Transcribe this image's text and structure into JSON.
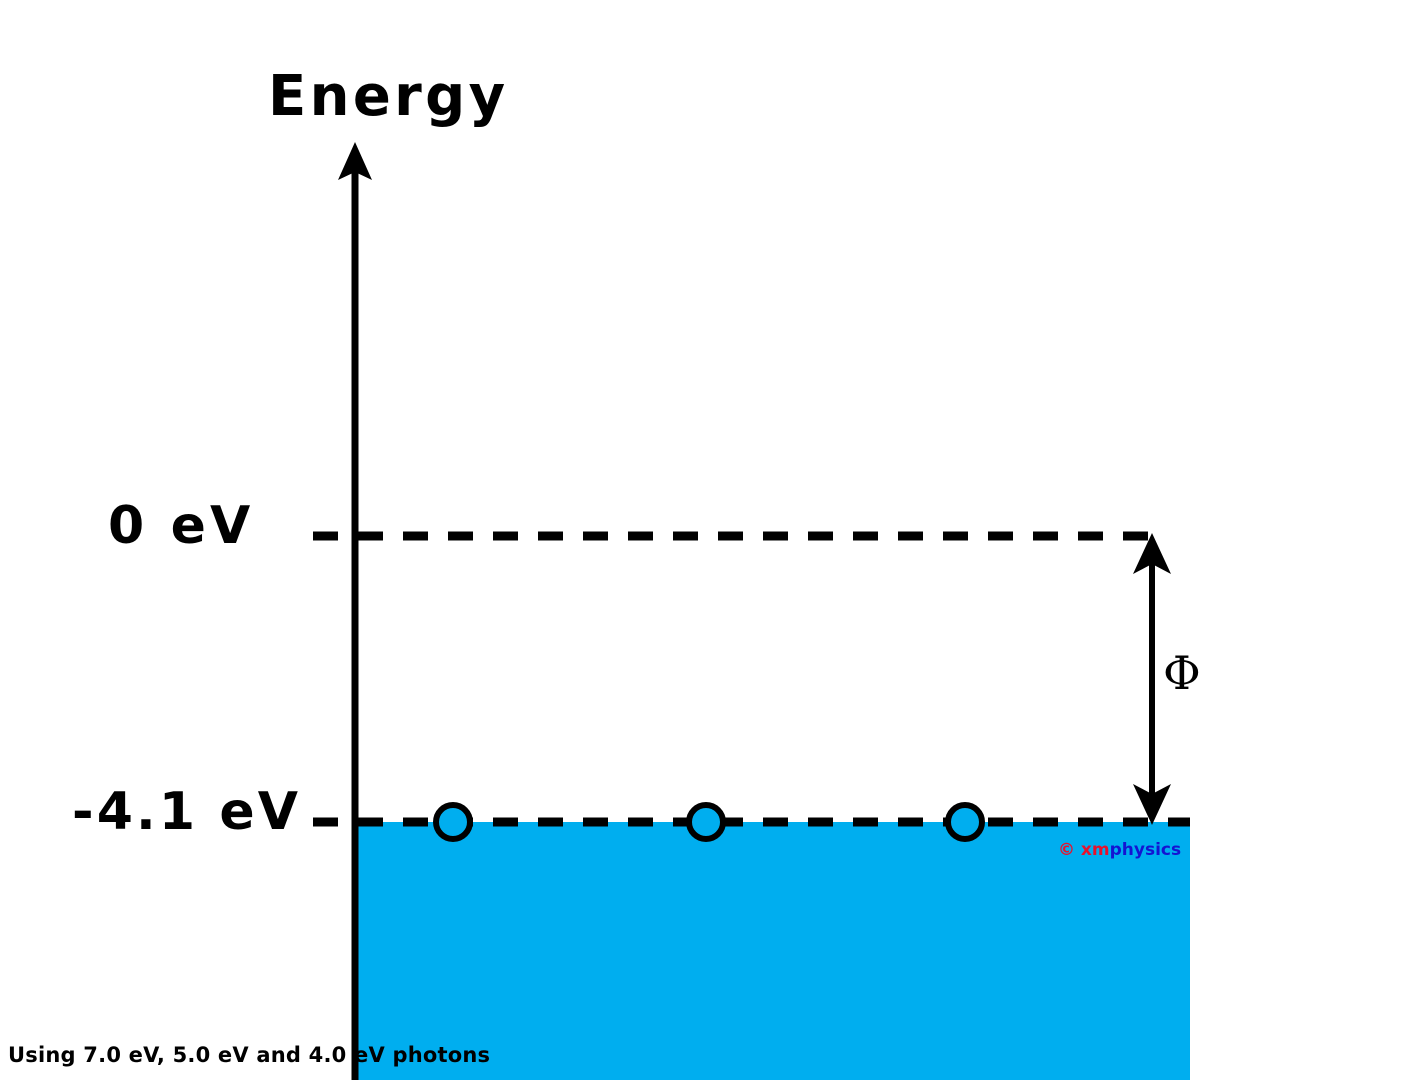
{
  "figure": {
    "title_axis_label": "Energy",
    "caption": "Using 7.0 eV, 5.0 eV and 4.0 eV photons",
    "work_function_symbol": "Φ",
    "watermark": {
      "mark": "© xm",
      "name": "physics"
    }
  },
  "levels": [
    {
      "label": "0 eV",
      "value": 0
    },
    {
      "label": "-4.1 eV",
      "value": -4.1
    }
  ],
  "colors": {
    "metal_fill": "#00aeef",
    "line": "#000000",
    "background": "#ffffff",
    "watermark_red": "#e8112d",
    "watermark_blue": "#1414d2"
  },
  "chart_data": {
    "type": "diagram",
    "title": "Photoelectric effect energy level diagram",
    "ylabel": "Energy",
    "units": "eV",
    "levels": [
      {
        "name": "vacuum-level",
        "label": "0 eV",
        "energy_ev": 0,
        "style": "dashed"
      },
      {
        "name": "fermi-level",
        "label": "-4.1 eV",
        "energy_ev": -4.1,
        "style": "dashed"
      }
    ],
    "annotations": [
      {
        "name": "work-function",
        "symbol": "Φ",
        "value_ev": 4.1,
        "from_ev": -4.1,
        "to_ev": 0,
        "style": "double-headed-arrow"
      }
    ],
    "electrons": {
      "count": 3,
      "at_energy_ev": -4.1,
      "marker": "open-circle"
    },
    "regions": [
      {
        "name": "metal",
        "fill": "#00aeef",
        "from_ev": -4.1,
        "to_ev": "below"
      }
    ],
    "caption": "Using 7.0 eV, 5.0 eV and 4.0 eV photons"
  }
}
